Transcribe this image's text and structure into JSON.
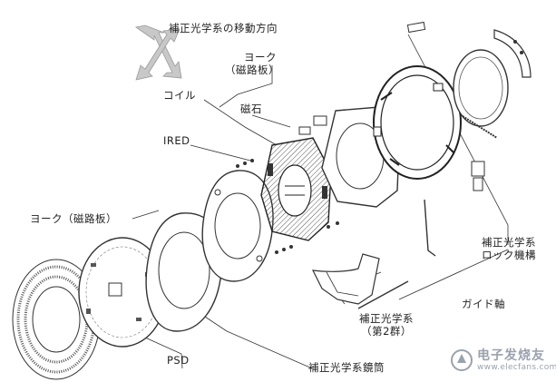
{
  "labels": {
    "direction": "補正光学系の移動方向",
    "yoke_top_1": "ヨーク",
    "yoke_top_2": "（磁路板）",
    "coil": "コイル",
    "magnet": "磁石",
    "ired": "IRED",
    "yoke_left": "ヨーク（磁路板）",
    "lock_1": "補正光学系",
    "lock_2": "ロック機構",
    "guide": "ガイド軸",
    "group2_1": "補正光学系",
    "group2_2": "（第2群）",
    "psd": "PSD",
    "barrel": "補正光学系鏡筒"
  },
  "watermark": {
    "text": "电子发烧友",
    "sub": "www.elecfans.com"
  }
}
